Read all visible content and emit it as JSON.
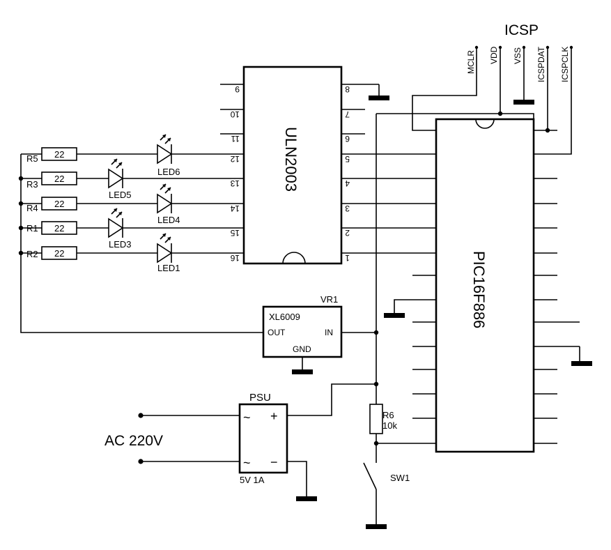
{
  "title": "ICSP",
  "icsp_pins": [
    "MCLR",
    "VDD",
    "VSS",
    "ICSPDAT",
    "ICSPCLK"
  ],
  "uln": {
    "name": "ULN2003",
    "left_pins": [
      "9",
      "10",
      "11",
      "12",
      "13",
      "14",
      "15",
      "16"
    ],
    "right_pins": [
      "8",
      "7",
      "6",
      "5",
      "4",
      "3",
      "2",
      "1"
    ]
  },
  "pic": {
    "name": "PIC16F886"
  },
  "resistors": [
    {
      "ref": "R5",
      "value": "22"
    },
    {
      "ref": "R3",
      "value": "22"
    },
    {
      "ref": "R4",
      "value": "22"
    },
    {
      "ref": "R1",
      "value": "22"
    },
    {
      "ref": "R2",
      "value": "22"
    }
  ],
  "leds": [
    "LED6",
    "LED5",
    "LED4",
    "LED3",
    "LED1"
  ],
  "regulator": {
    "ref": "VR1",
    "name": "XL6009",
    "out": "OUT",
    "in": "IN",
    "gnd": "GND"
  },
  "psu": {
    "label": "PSU",
    "rating": "5V 1A",
    "ac_symbol": "~",
    "plus": "+",
    "minus": "−"
  },
  "ac_input": "AC 220V",
  "r6": {
    "ref": "R6",
    "value": "10k"
  },
  "switch": {
    "ref": "SW1"
  }
}
